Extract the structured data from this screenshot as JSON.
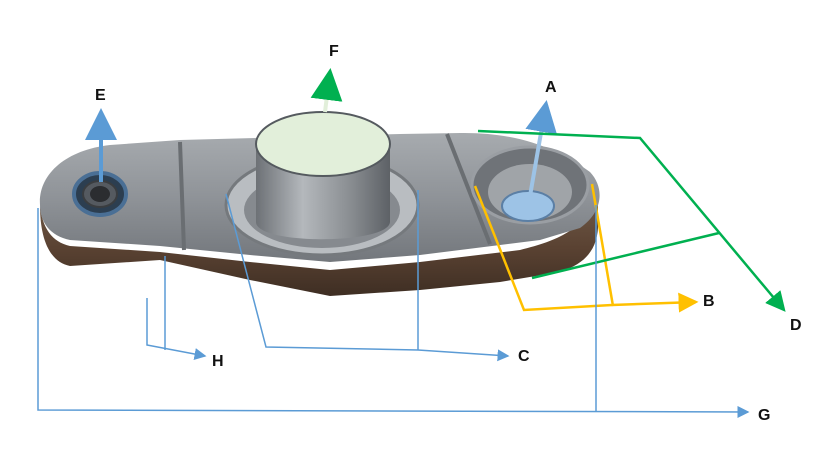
{
  "labels": {
    "a": "A",
    "b": "B",
    "c": "C",
    "d": "D",
    "e": "E",
    "f": "F",
    "g": "G",
    "h": "H"
  },
  "colors": {
    "blue_line": "#5b9bd5",
    "yellow_line": "#ffc000",
    "green_line": "#00b050",
    "boss_top": "#e2efda",
    "hole_bottom": "#9dc3e6",
    "metal": "#8e9297",
    "rust": "#5c4030"
  }
}
